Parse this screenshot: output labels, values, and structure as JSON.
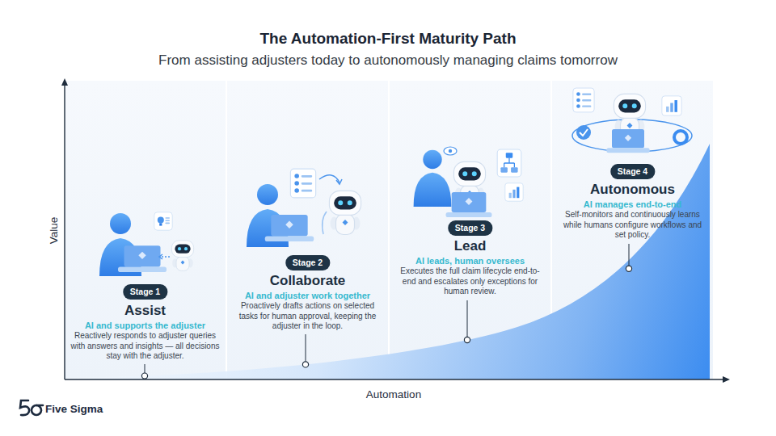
{
  "diagram": {
    "title": "The Automation-First Maturity Path",
    "nodes": [
      {
        "text": [
          "Assist",
          "AI and supports the adjuster",
          "Reactively responds to adjuster queries with answers and insights — all decisions stay with the adjuster."
        ]
      },
      {
        "text": [
          "Stage 1"
        ],
        "in": 0
      },
      {
        "text": [
          "Collaborate",
          "AI and adjuster work together",
          "Proactively drafts actions on selected tasks for human approval, keeping the adjuster in the loop."
        ]
      },
      {
        "text": [
          "Stage 2"
        ],
        "in": 2
      },
      {
        "text": [
          "Lead",
          "AI leads, human oversees",
          "Executes the full claim lifecycle end-to-end and escalates only exceptions for human review."
        ]
      },
      {
        "text": [
          "Stage 3"
        ],
        "in": 4
      },
      {
        "text": [
          "Autonomous",
          "AI manages end-to-end",
          "Self-monitors and continuously learns while humans configure workflows and set policy."
        ]
      },
      {
        "text": [
          "Stage 4"
        ],
        "in": 6
      }
    ],
    "labels": [
      "From assisting adjusters today to autonomously managing claims tomorrow",
      "Value",
      "Automation",
      "Five Sigma"
    ]
  }
}
